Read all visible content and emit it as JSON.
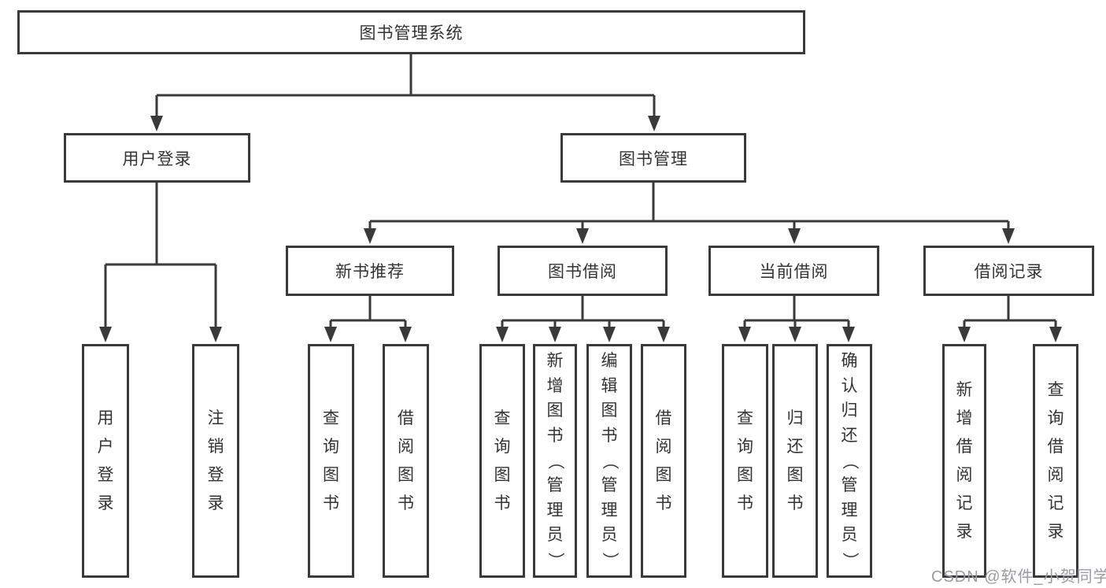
{
  "tree": {
    "label": "图书管理系统",
    "children": [
      {
        "label": "用户登录",
        "children": [
          {
            "label": "用户登录"
          },
          {
            "label": "注销登录"
          }
        ]
      },
      {
        "label": "图书管理",
        "children": [
          {
            "label": "新书推荐",
            "children": [
              {
                "label": "查询图书"
              },
              {
                "label": "借阅图书"
              }
            ]
          },
          {
            "label": "图书借阅",
            "children": [
              {
                "label": "查询图书"
              },
              {
                "label": "新增图书（管理员）"
              },
              {
                "label": "编辑图书（管理员）"
              },
              {
                "label": "借阅图书"
              }
            ]
          },
          {
            "label": "当前借阅",
            "children": [
              {
                "label": "查询图书"
              },
              {
                "label": "归还图书"
              },
              {
                "label": "确认归还（管理员）"
              }
            ]
          },
          {
            "label": "借阅记录",
            "children": [
              {
                "label": "新增借阅记录"
              },
              {
                "label": "查询借阅记录"
              }
            ]
          }
        ]
      }
    ]
  },
  "watermark": "CSDN @软件_小贺同学",
  "colors": {
    "line": "#3a3a3a",
    "text": "#333333",
    "box_fill": "#ffffff",
    "background": "#ffffff",
    "watermark": "#9b9ba3"
  }
}
